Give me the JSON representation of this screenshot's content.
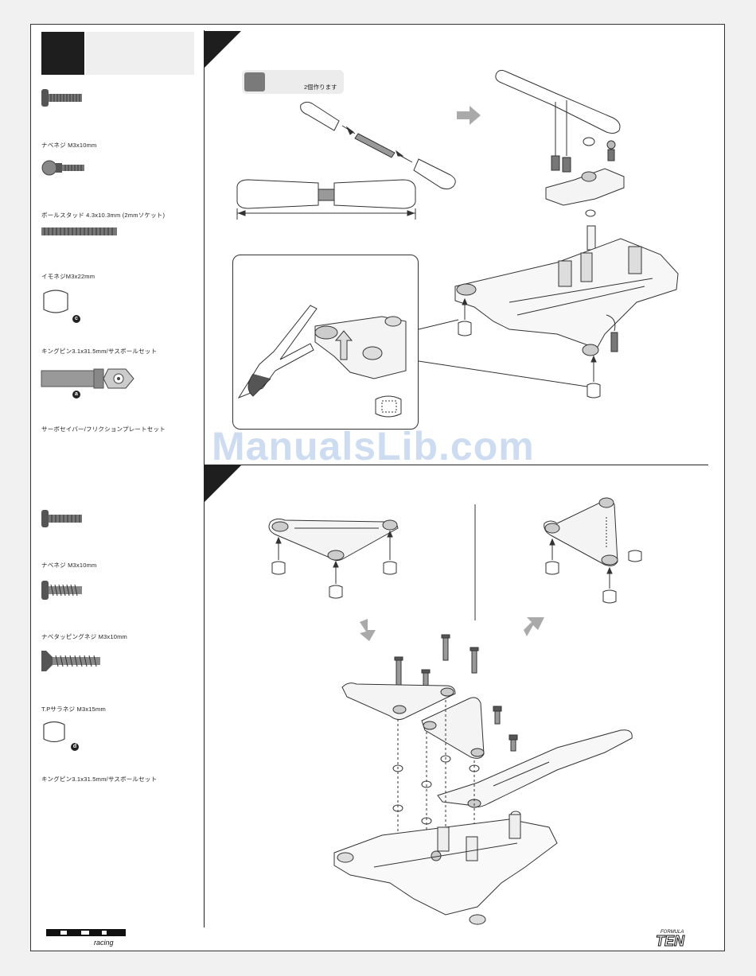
{
  "sidebar_step_a": {
    "parts": [
      {
        "label": "ナベネジ M3x10mm",
        "icon": "button-head-screw-icon"
      },
      {
        "label": "ボールスタッド 4.3x10.3mm (2mmソケット)",
        "icon": "ball-stud-icon"
      },
      {
        "label": "イモネジM3x22mm",
        "icon": "set-screw-icon"
      },
      {
        "label": "キングピン3.1x31.5mm/サスボールセット",
        "icon": "ball-icon",
        "badge": "c"
      },
      {
        "label": "サーボセイバー/フリクションプレートセット",
        "icon": "king-pin-icon",
        "badge": "a"
      }
    ]
  },
  "sidebar_step_b": {
    "parts": [
      {
        "label": "ナベネジ M3x10mm",
        "icon": "button-head-screw-icon"
      },
      {
        "label": "ナベタッピングネジ M3x10mm",
        "icon": "tapping-screw-icon"
      },
      {
        "label": "T.Pサラネジ M3x15mm",
        "icon": "flat-head-screw-icon"
      },
      {
        "label": "キングピン3.1x31.5mm/サスボールセット",
        "icon": "ball-icon",
        "badge": "d"
      }
    ]
  },
  "note": {
    "text": "2個作ります"
  },
  "watermark": "ManualsLib.com",
  "logos": {
    "left": "hpi-racing-logo",
    "right": "formula-ten-logo"
  }
}
